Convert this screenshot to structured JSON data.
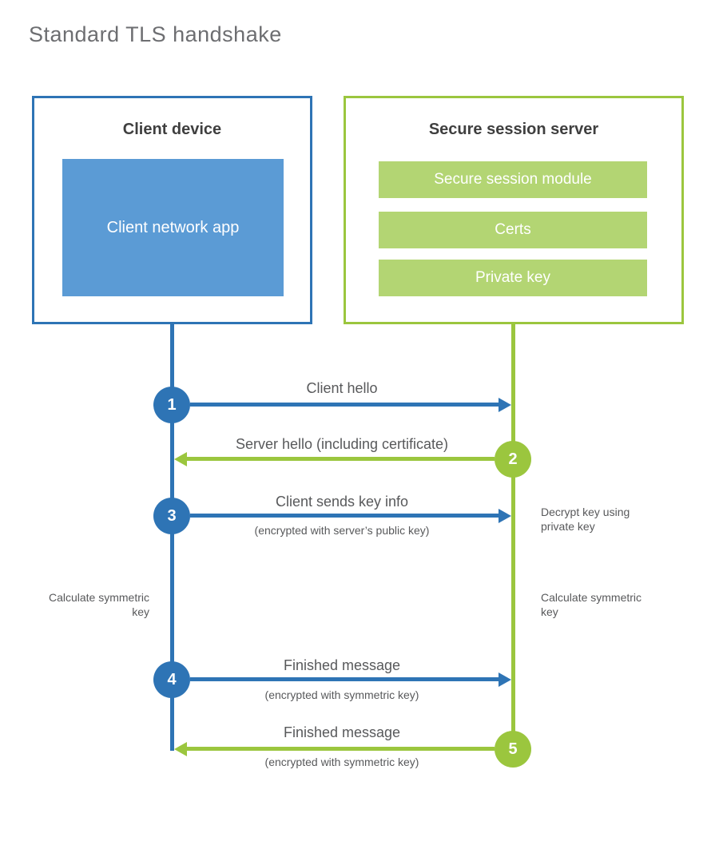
{
  "title": "Standard TLS handshake",
  "client": {
    "title": "Client device",
    "app_label": "Client network app"
  },
  "server": {
    "title": "Secure session server",
    "modules": [
      "Secure session module",
      "Certs",
      "Private key"
    ]
  },
  "messages": [
    {
      "num": "1",
      "label": "Client hello",
      "sub": "",
      "direction": "right",
      "color": "blue"
    },
    {
      "num": "2",
      "label": "Server hello (including certificate)",
      "sub": "",
      "direction": "left",
      "color": "green"
    },
    {
      "num": "3",
      "label": "Client sends key info",
      "sub": "(encrypted with server’s public key)",
      "direction": "right",
      "color": "blue"
    },
    {
      "num": "4",
      "label": "Finished message",
      "sub": "(encrypted with symmetric key)",
      "direction": "right",
      "color": "blue"
    },
    {
      "num": "5",
      "label": "Finished message",
      "sub": "(encrypted with symmetric key)",
      "direction": "left",
      "color": "green"
    }
  ],
  "notes": {
    "decrypt_right": "Decrypt key using private key",
    "calculate_left": "Calculate symmetric key",
    "calculate_right": "Calculate symmetric key"
  },
  "colors": {
    "blue_dark": "#2e74b5",
    "blue_fill": "#5b9bd5",
    "green_dark": "#9bc63e",
    "green_fill": "#b3d573",
    "text_dark": "#3f3f3f",
    "text_gray": "#58595b",
    "title_gray": "#6d6e71"
  }
}
